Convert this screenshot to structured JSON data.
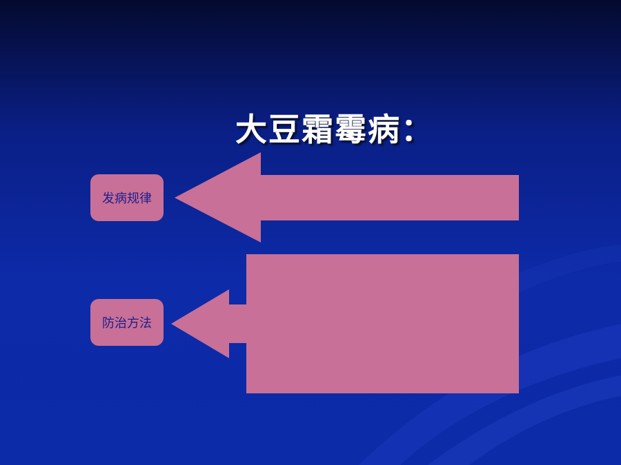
{
  "slide": {
    "title": "大豆霜霉病：",
    "sections": [
      {
        "label": "发病规律"
      },
      {
        "label": "防治方法"
      }
    ]
  },
  "colors": {
    "background_top": "#040a2e",
    "background_bottom": "#0d2aa8",
    "shape_fill": "#c87097",
    "label_text": "#1d1d8a",
    "title_text": "#ffffff"
  }
}
